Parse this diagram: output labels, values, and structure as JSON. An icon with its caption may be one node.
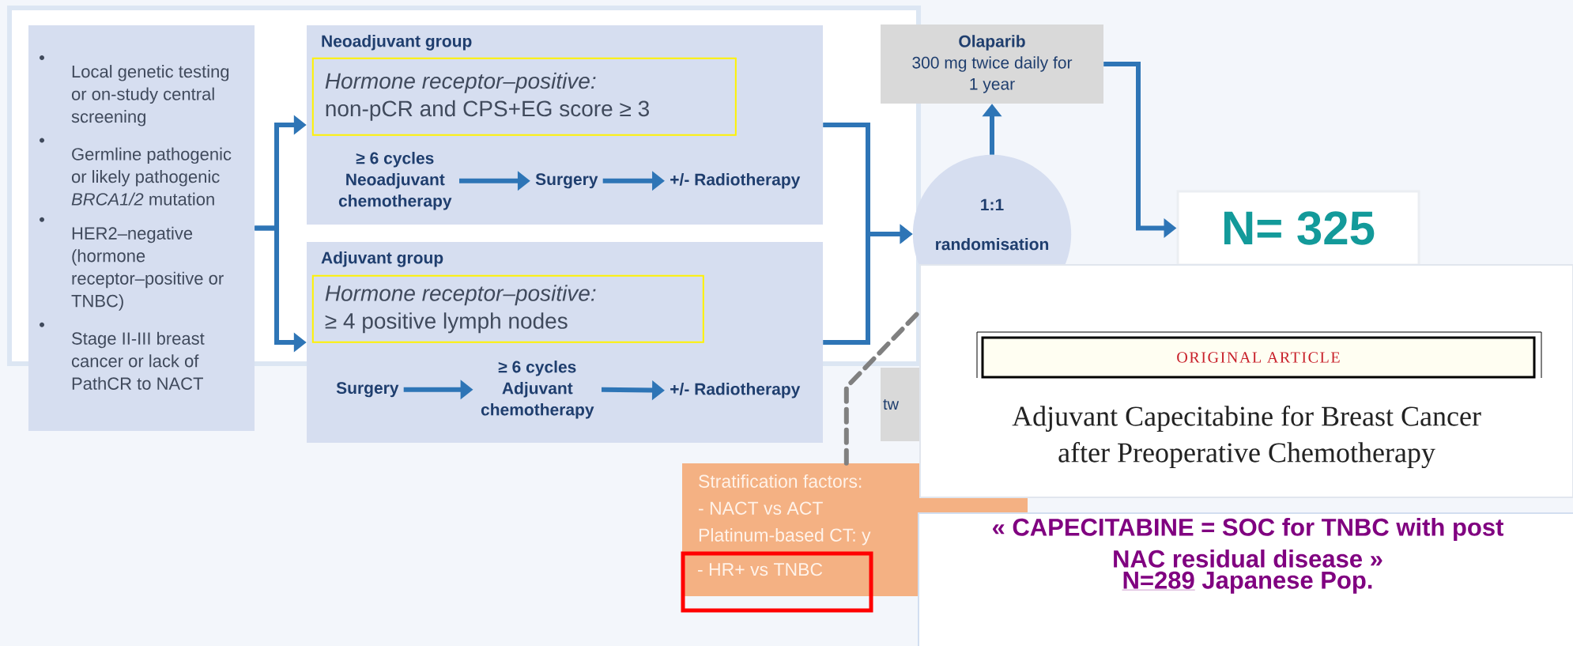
{
  "diagram": {
    "nodes": [
      {
        "text": [
          "Local genetic testing or on-study central screening",
          "Germline pathogenic or likely pathogenic *BRCA1/2* mutation",
          "HER2–negative (hormone receptor–positive or TNBC)",
          "Stage II-III breast cancer or lack of PathCR to NACT"
        ]
      },
      {
        "text": [
          "Neoadjuvant group"
        ]
      },
      {
        "text": [
          "Hormone receptor–positive:",
          "non-pCR and CPS+EG score ≥ 3"
        ],
        "in": 1
      },
      {
        "text": [
          "≥ 6 cycles Neoadjuvant chemotherapy"
        ],
        "in": 1
      },
      {
        "text": [
          "Surgery"
        ],
        "in": 1
      },
      {
        "text": [
          "+/- Radiotherapy"
        ],
        "in": 1
      },
      {
        "text": [
          "Adjuvant group"
        ]
      },
      {
        "text": [
          "Hormone receptor–positive:",
          "≥ 4 positive lymph nodes"
        ],
        "in": 6
      },
      {
        "text": [
          "Surgery"
        ],
        "in": 6
      },
      {
        "text": [
          "≥ 6 cycles Adjuvant chemotherapy"
        ],
        "in": 6
      },
      {
        "text": [
          "+/- Radiotherapy"
        ],
        "in": 6
      },
      {
        "text": [
          "1:1",
          "randomisation"
        ]
      },
      {
        "text": [
          "Olaparib",
          "300 mg twice daily for 1 year"
        ]
      },
      {
        "text": [
          "tw"
        ]
      },
      {
        "text": [
          "N= 325"
        ]
      },
      {
        "text": [
          "Stratification factors:",
          "- NACT vs ACT",
          "Platinum-based CT: y"
        ]
      },
      {
        "text": [
          "- HR+ vs TNBC"
        ]
      },
      {
        "text": [
          "Adjuvant Capecitabine for Breast Cancer after Preoperative Chemotherapy"
        ]
      },
      {
        "text": [
          "ORIGINAL ARTICLE"
        ],
        "in": 17
      },
      {
        "text": [
          "« CAPECITABINE = SOC for TNBC with post NAC residual disease »",
          "N=289",
          "Japanese Pop."
        ]
      }
    ],
    "edges": [
      {
        "from": 0,
        "to": 1,
        "arrow": "to"
      },
      {
        "from": 0,
        "to": 6,
        "arrow": "to"
      },
      {
        "from": 3,
        "to": 4,
        "arrow": "to"
      },
      {
        "from": 4,
        "to": 5,
        "arrow": "to"
      },
      {
        "from": 8,
        "to": 9,
        "arrow": "to"
      },
      {
        "from": 9,
        "to": 10,
        "arrow": "to"
      },
      {
        "from": 1,
        "to": 11,
        "arrow": "to"
      },
      {
        "from": 6,
        "to": 11,
        "arrow": "to"
      },
      {
        "from": 11,
        "to": 12,
        "arrow": "to"
      },
      {
        "from": 12,
        "to": 14,
        "arrow": "to"
      },
      {
        "from": 15,
        "to": 17,
        "arrow": "none",
        "style": "dashed",
        "color": "#808080"
      }
    ]
  }
}
